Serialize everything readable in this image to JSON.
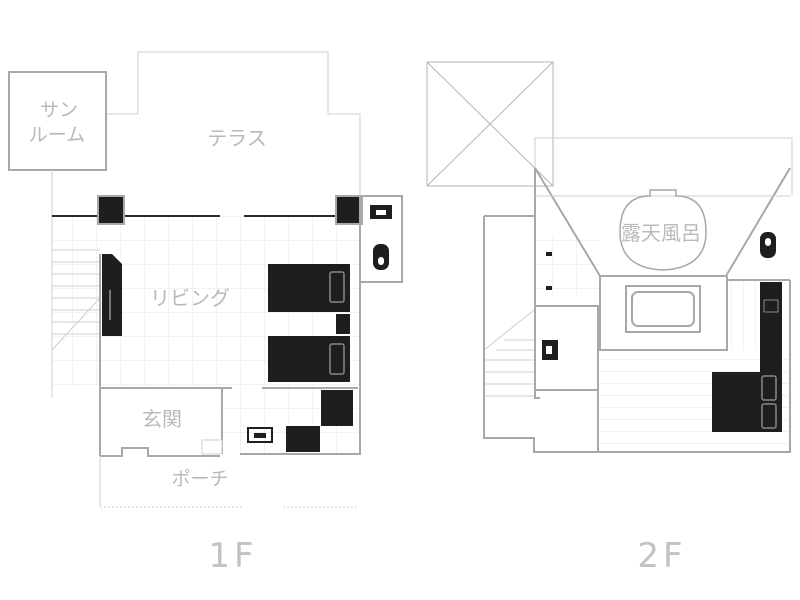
{
  "floors": [
    {
      "label": "1F",
      "rooms": {
        "sunroom_line1": "サン",
        "sunroom_line2": "ルーム",
        "terrace": "テラス",
        "living": "リビング",
        "entrance": "玄関",
        "porch": "ポーチ"
      }
    },
    {
      "label": "2F",
      "rooms": {
        "outdoor_bath": "露天風呂"
      }
    }
  ],
  "colors": {
    "wall": "#a8a8a8",
    "thin_line": "#cfcfcf",
    "grid_line": "#e4e4e4",
    "furniture": "#1e1e1e",
    "label_text": "#b9b9b9"
  }
}
